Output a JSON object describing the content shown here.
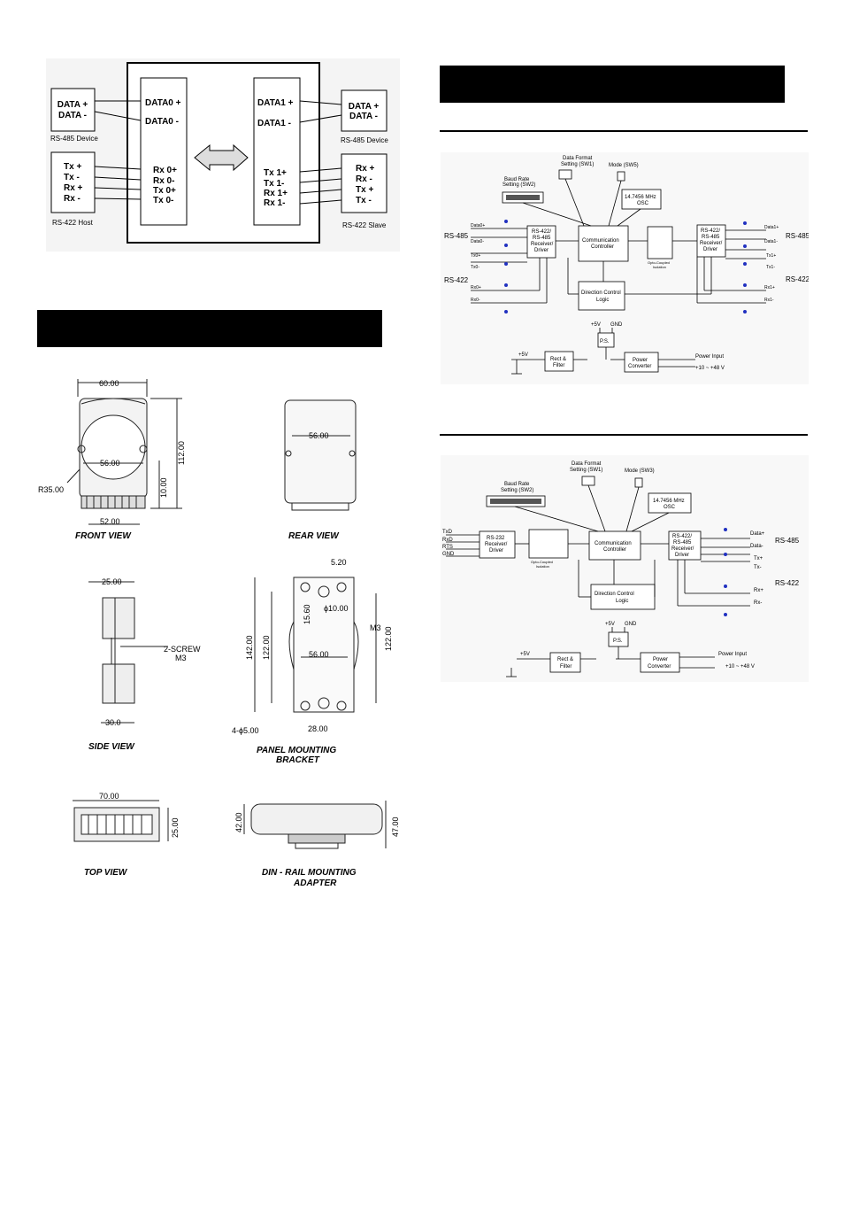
{
  "wiring": {
    "left_top_device": [
      "DATA +",
      "DATA -"
    ],
    "left_top_caption": "RS-485 Device",
    "left_bottom_device": [
      "Tx +",
      "Tx -",
      "Rx +",
      "Rx -"
    ],
    "left_bottom_caption": "RS-422 Host",
    "port0_data": [
      "DATA0 +",
      "DATA0 -"
    ],
    "port0_422": [
      "Rx 0+",
      "Rx 0-",
      "Tx 0+",
      "Tx 0-"
    ],
    "port1_data": [
      "DATA1 +",
      "DATA1 -"
    ],
    "port1_422": [
      "Tx 1+",
      "Tx 1-",
      "Rx 1+",
      "Rx 1-"
    ],
    "right_top_device": [
      "DATA +",
      "DATA -"
    ],
    "right_top_caption": "RS-485 Device",
    "right_bottom_device": [
      "Rx +",
      "Rx -",
      "Tx +",
      "Tx -"
    ],
    "right_bottom_caption": "RS-422 Slave"
  },
  "dimensions": {
    "front": {
      "caption": "FRONT VIEW",
      "dims": [
        "60.00",
        "56.00",
        "52.00",
        "112.00",
        "10.00",
        "R35.00"
      ]
    },
    "rear": {
      "caption": "REAR VIEW",
      "dims": [
        "56.00"
      ]
    },
    "side": {
      "caption": "SIDE VIEW",
      "dims": [
        "25.00",
        "30.0",
        "2-SCREW",
        "M3"
      ]
    },
    "panel": {
      "caption": [
        "PANEL MOUNTING",
        "BRACKET"
      ],
      "dims": [
        "5.20",
        "15.60",
        "ϕ10.00",
        "142.00",
        "122.00",
        "56.00",
        "M3",
        "122.00",
        "4-ϕ5.00",
        "28.00"
      ]
    },
    "top": {
      "caption": "TOP VIEW",
      "dims": [
        "70.00",
        "25.00"
      ]
    },
    "din": {
      "caption": [
        "DIN - RAIL MOUNTING",
        "ADAPTER"
      ],
      "dims": [
        "42.00",
        "47.00"
      ]
    }
  },
  "block1": {
    "data_format": [
      "Data Format",
      "Setting (SW1)"
    ],
    "mode": "Mode (SW5)",
    "baud": [
      "Baud Rate",
      "Setting (SW2)"
    ],
    "osc": [
      "14.7456 MHz",
      "OSC"
    ],
    "rs485_left": "RS-485",
    "rs422_left": "RS-422",
    "left_signals": [
      "Data0+",
      "Data0-",
      "Tx0+",
      "Tx0-",
      "Rx0+",
      "Rx0-"
    ],
    "left_driver": [
      "RS-422/",
      "RS-485",
      "Receiver/",
      "Driver"
    ],
    "comm": [
      "Communication",
      "Controller"
    ],
    "opto": [
      "Opto-Coupled",
      "Isolation"
    ],
    "right_driver": [
      "RS-422/",
      "RS-485",
      "Receiver/",
      "Driver"
    ],
    "right_signals": [
      "Data1+",
      "Data1-",
      "Tx1+",
      "Tx1-",
      "Rx1+",
      "Rx1-"
    ],
    "rs485_right": "RS-485",
    "rs422_right": "RS-422",
    "dir": [
      "Direction Control",
      "Logic"
    ],
    "p5v": "+5V",
    "gnd": "GND",
    "ps": "P.S.",
    "plus5v": "+5V",
    "rect": [
      "Rect & ",
      "Filter"
    ],
    "power": [
      "Power",
      "Converter"
    ],
    "power_input": "Power Input",
    "voltage": "+10 ~ +48 V"
  },
  "block2": {
    "data_format": [
      "Data Format",
      "Setting (SW1)"
    ],
    "mode": "Mode (SW3)",
    "baud": [
      "Baud Rate",
      "Setting (SW2)"
    ],
    "osc": [
      "14.7456 MHz",
      "OSC"
    ],
    "left_signals": [
      "TxD",
      "RxD",
      "RTS",
      "GND"
    ],
    "rs232": [
      "RS-232",
      "Receiver/",
      "Driver"
    ],
    "opto": [
      "Opto-Coupled",
      "Isolation"
    ],
    "comm": [
      "Communication",
      "Controller"
    ],
    "right_driver": [
      "RS-422/",
      "RS-485",
      "Receiver/",
      "Driver"
    ],
    "right_signals": [
      "Data+",
      "Data-",
      "Tx+",
      "Tx-",
      "Rx+",
      "Rx-"
    ],
    "rs485": "RS-485",
    "rs422": "RS-422",
    "dir": [
      "Direction Control",
      "Logic"
    ],
    "p5v": "+5V",
    "gnd": "GND",
    "ps": "P.S.",
    "plus5v": "+5V",
    "rect": [
      "Rect & ",
      "Filter"
    ],
    "power": [
      "Power",
      "Converter"
    ],
    "power_input": "Power Input",
    "voltage": "+10 ~ +48 V"
  }
}
